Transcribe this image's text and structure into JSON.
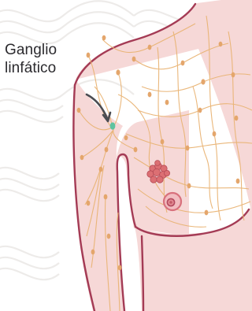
{
  "diagram": {
    "label_lines": [
      "Ganglio",
      "linfático"
    ],
    "colors": {
      "background": "#ffffff",
      "watermark": "#ece9e7",
      "skin_fill": "#f6d8d7",
      "skin_outline": "#a43b55",
      "lymph_vessel": "#e9b474",
      "lymph_node": "#e4a66c",
      "highlighted_node": "#5fc3a0",
      "arrow": "#4b4c52",
      "tumor": "#dc6f73",
      "areola": "#d8707c",
      "label_text": "#2b2a2e"
    },
    "icons": {
      "arrow": "curved-arrow-icon",
      "tumor": "tumor-cluster-icon",
      "nipple": "nipple-areola-icon",
      "watermark": "wave-watermark-pattern"
    }
  }
}
